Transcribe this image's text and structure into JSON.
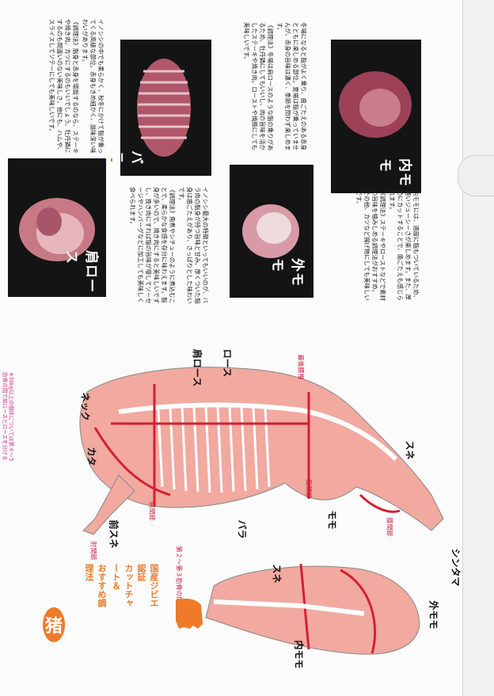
{
  "title": {
    "badge": "猪",
    "line1": "国産ジビエ認証",
    "line2": "カットチャート＆",
    "line3": "おすすめ調理法"
  },
  "cuts": [
    {
      "id": "kataroosu",
      "name": "肩ロース",
      "desc": "イノシシの中でも柔らかく、秋冬にかけて脂が乗ってくる高級な部位。赤身もきめ細かく、滋味深い味わいがあります。",
      "recipe": "《調理法》脂身と赤身を堪能するのなら、ステーキや焼き肉。カツにするのもいいでしょう。牡丹鍋にするのも間違いのない美味しさ。他にも、ハムや、スライスしてソテーにしても美味しいです。"
    },
    {
      "id": "bara",
      "name": "バラ",
      "desc": "イノシシ最大の特徴といってもいいのが、バラ肉の脂身が持つ旨味と甘み。厚くついた脂身は歯ごたえがあり、さっぱりとした味わいです。",
      "recipe": "《調理法》角煮やシチューのように煮込むことで、柔らかな食感を存分に味わえます。脂身が多いので、焼き肉にすると美味しいですし、挽き肉にすれば脂の旨味が増してソーセージやハンバーグなどに加工しても美味しく食べられます。"
    },
    {
      "id": "sotomomo",
      "name": "外モモ",
      "desc": "冬場になると脂がよく乗り、歯ごたえのある赤身とともに楽しめる部位。夏場は脂が乗っていませんが、赤身の旨味は濃く、季節を問わず楽しめます。",
      "recipe": "《調理法》冬場は肩ロースのような脂の乗りがあるため、牡丹鍋にしてもいいし、肉の旨味を活かしたステーキや焼き肉。ローストや焼豚にしても美味しいです。"
    },
    {
      "id": "uchimomo",
      "name": "内モモ",
      "desc": "内モモには、適度に脂もついているため、軽いジューシーさが楽しめます。また、厚めにカットすることで、歯ごたえも感じられます。",
      "recipe": "《調理法》ステーキやローストなどで素材の旨味を噛みしめる調理法がおすすめ。その他、カツなど揚げ物にしても美味しいです。"
    }
  ],
  "diagram": {
    "neck": "ネック",
    "kata": "カタ",
    "kataroosu": "肩ロース",
    "roosu": "ロース",
    "bara": "バラ",
    "momo": "モモ",
    "sune_rear": "スネ",
    "maesune": "前スネ",
    "hijikansetsu": "肘関節",
    "kenkansetsu": "肩関節",
    "kokansetsu": "股関節",
    "shitsukansetsu": "膝関節",
    "saigoyotsui": "最後腰椎",
    "rib_note": "第２～第３肋骨の間",
    "weight_note": "※36kg以上の個体については第４～５肋骨の間で肩ロースとロースを分ける",
    "leg_sune": "スネ",
    "shintama": "シンタマ",
    "uchimomo": "内モモ",
    "sotomomo": "外モモ"
  },
  "colors": {
    "accent": "#ef7a2a",
    "cut_line": "#d42031",
    "meat_fill": "#f1a9a0",
    "note": "#cf2f8c"
  }
}
